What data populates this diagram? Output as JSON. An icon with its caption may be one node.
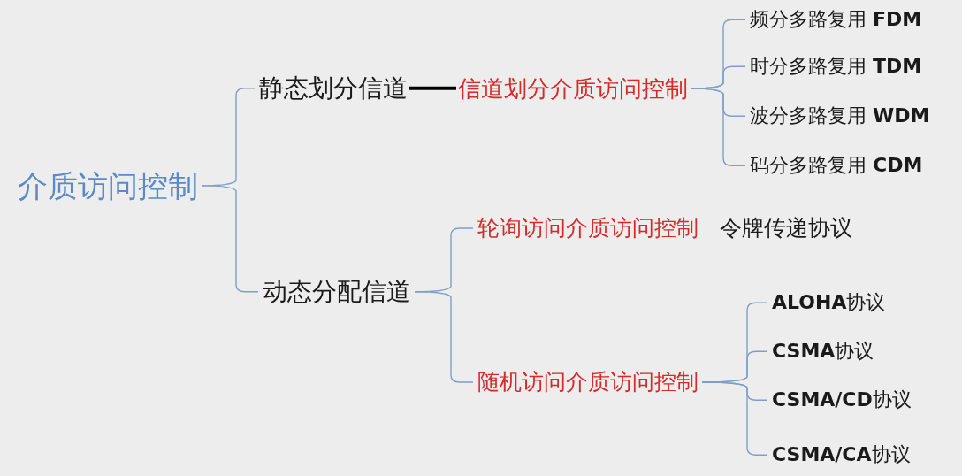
{
  "diagram": {
    "nodes": [
      {
        "text": [
          "介质访问控制"
        ]
      },
      {
        "text": [
          "静态划分信道"
        ]
      },
      {
        "text": [
          "信道划分介质访问控制"
        ]
      },
      {
        "text": [
          "频分多路复用 **FDM**"
        ]
      },
      {
        "text": [
          "时分多路复用 **TDM**"
        ]
      },
      {
        "text": [
          "波分多路复用 **WDM**"
        ]
      },
      {
        "text": [
          "码分多路复用 **CDM**"
        ]
      },
      {
        "text": [
          "动态分配信道"
        ]
      },
      {
        "text": [
          "轮询访问介质访问控制"
        ],
        "beside": [
          "令牌传递协议"
        ]
      },
      {
        "text": [
          "随机访问介质访问控制"
        ]
      },
      {
        "text": [
          "**ALOHA**协议"
        ]
      },
      {
        "text": [
          "**CSMA**协议"
        ]
      },
      {
        "text": [
          "**CSMA/CD**协议"
        ]
      },
      {
        "text": [
          "**CSMA/CA**协议"
        ]
      }
    ],
    "edges": [
      {
        "from": 0,
        "to": 1,
        "arrow": "none"
      },
      {
        "from": 0,
        "to": 7,
        "arrow": "none"
      },
      {
        "from": 1,
        "to": 2,
        "arrow": "none",
        "style": "thick",
        "color": "#000000"
      },
      {
        "from": 2,
        "to": 3,
        "arrow": "none"
      },
      {
        "from": 2,
        "to": 4,
        "arrow": "none"
      },
      {
        "from": 2,
        "to": 5,
        "arrow": "none"
      },
      {
        "from": 2,
        "to": 6,
        "arrow": "none"
      },
      {
        "from": 7,
        "to": 8,
        "arrow": "none"
      },
      {
        "from": 7,
        "to": 9,
        "arrow": "none"
      },
      {
        "from": 9,
        "to": 10,
        "arrow": "none"
      },
      {
        "from": 9,
        "to": 11,
        "arrow": "none"
      },
      {
        "from": 9,
        "to": 12,
        "arrow": "none"
      },
      {
        "from": 9,
        "to": 13,
        "arrow": "none"
      }
    ]
  }
}
